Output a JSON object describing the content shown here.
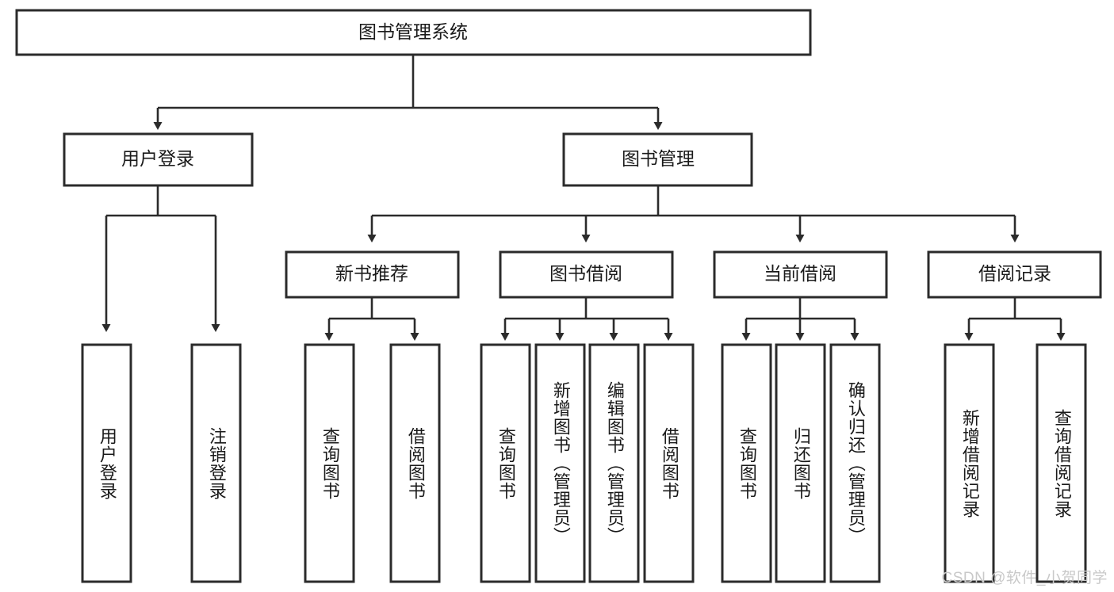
{
  "diagram": {
    "title_node": {
      "label": "图书管理系统"
    },
    "level2": [
      {
        "id": "user-login",
        "label": "用户登录"
      },
      {
        "id": "book-management",
        "label": "图书管理"
      }
    ],
    "level3": [
      {
        "id": "new-book-recommend",
        "label": "新书推荐"
      },
      {
        "id": "book-borrow",
        "label": "图书借阅"
      },
      {
        "id": "current-borrow",
        "label": "当前借阅"
      },
      {
        "id": "borrow-record",
        "label": "借阅记录"
      }
    ],
    "leaves": [
      {
        "id": "leaf-user-login",
        "label": "用户登录",
        "parent": "user-login"
      },
      {
        "id": "leaf-user-logout",
        "label": "注销登录",
        "parent": "user-login"
      },
      {
        "id": "leaf-query-book-1",
        "label": "查询图书",
        "parent": "new-book-recommend"
      },
      {
        "id": "leaf-borrow-book-1",
        "label": "借阅图书",
        "parent": "new-book-recommend"
      },
      {
        "id": "leaf-query-book-2",
        "label": "查询图书",
        "parent": "book-borrow"
      },
      {
        "id": "leaf-add-book",
        "label": "新增图书（管理员）",
        "parent": "book-borrow"
      },
      {
        "id": "leaf-edit-book",
        "label": "编辑图书（管理员）",
        "parent": "book-borrow"
      },
      {
        "id": "leaf-borrow-book-2",
        "label": "借阅图书",
        "parent": "book-borrow"
      },
      {
        "id": "leaf-query-book-3",
        "label": "查询图书",
        "parent": "current-borrow"
      },
      {
        "id": "leaf-return-book",
        "label": "归还图书",
        "parent": "current-borrow"
      },
      {
        "id": "leaf-confirm-return",
        "label": "确认归还（管理员）",
        "parent": "current-borrow"
      },
      {
        "id": "leaf-add-record",
        "label": "新增借阅记录",
        "parent": "borrow-record"
      },
      {
        "id": "leaf-query-record",
        "label": "查询借阅记录",
        "parent": "borrow-record"
      }
    ],
    "watermark": "CSDN @软件_小贺同学",
    "colors": {
      "stroke": "#2b2b2b",
      "fill": "#ffffff",
      "text": "#1a1a1a",
      "watermark": "#c9c9c9"
    }
  }
}
